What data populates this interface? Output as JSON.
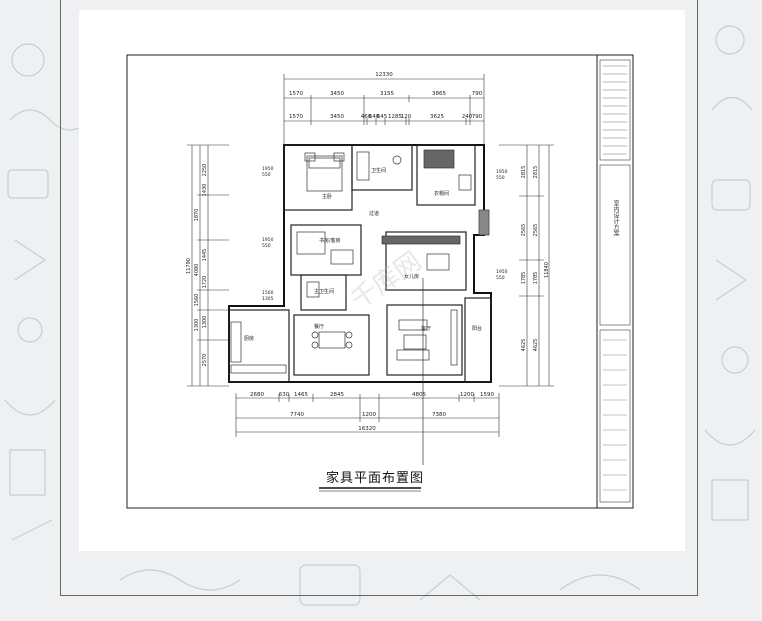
{
  "plan_title": "家具平面布置图",
  "title_block_text": "室内设计方案",
  "dimensions": {
    "top_overall": "12330",
    "top_row1": [
      "1570",
      "3450",
      "3155",
      "3865",
      "790"
    ],
    "top_row2": [
      "1570",
      "3450",
      "460",
      "640",
      "645",
      "1285",
      "120",
      "3625",
      "240",
      "790"
    ],
    "bottom_row1": [
      "2680",
      "630",
      "1465",
      "2845",
      "4805",
      "1200",
      "1590"
    ],
    "bottom_row2": [
      "7740",
      "1200",
      "7380"
    ],
    "bottom_overall": "16320",
    "left_side": [
      "2250",
      "1430",
      "1870",
      "1445",
      "4080",
      "11790",
      "1720",
      "1560",
      "1300",
      "1300",
      "2570"
    ],
    "right_side": [
      "2815",
      "2565",
      "1785",
      "4625",
      "11840"
    ],
    "window_marks": [
      {
        "a": "1950",
        "b": "550"
      },
      {
        "a": "1950",
        "b": "550"
      },
      {
        "a": "1560",
        "b": "1305"
      },
      {
        "a": "1950",
        "b": "550"
      },
      {
        "a": "1950",
        "b": "550"
      }
    ]
  },
  "rooms": {
    "master_bedroom": "主卧",
    "bath1": "卫生间",
    "walk_in_closet": "衣帽间",
    "corridor": "过道",
    "study": "书房/客房",
    "bath2": "主卫生间",
    "kid_room": "女儿房",
    "dining": "餐厅",
    "kitchen": "厨房",
    "living": "客厅",
    "balcony": "阳台"
  }
}
